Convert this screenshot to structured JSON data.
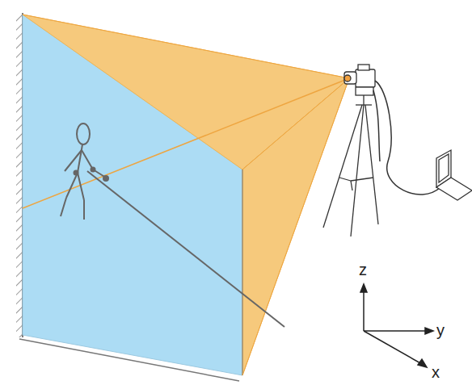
{
  "diagram": {
    "labels": [
      "z",
      "y",
      "x"
    ]
  }
}
